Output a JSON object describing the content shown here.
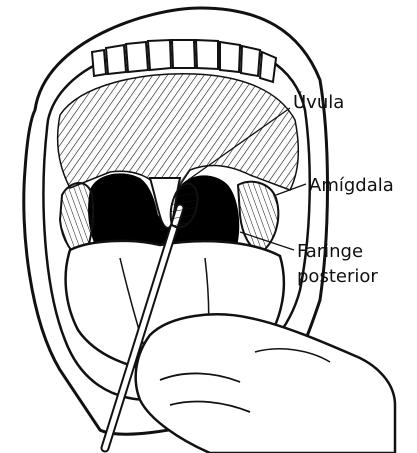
{
  "labels": {
    "uvula": "Úvula",
    "amigdala": "Amígdala",
    "faringe_line1": "Faringe",
    "faringe_line2": "posterior"
  },
  "colors": {
    "ink": "#111111",
    "background": "#ffffff",
    "throat": "#000000"
  },
  "icons": [
    "open-mouth-illustration",
    "throat-swab",
    "hand"
  ]
}
